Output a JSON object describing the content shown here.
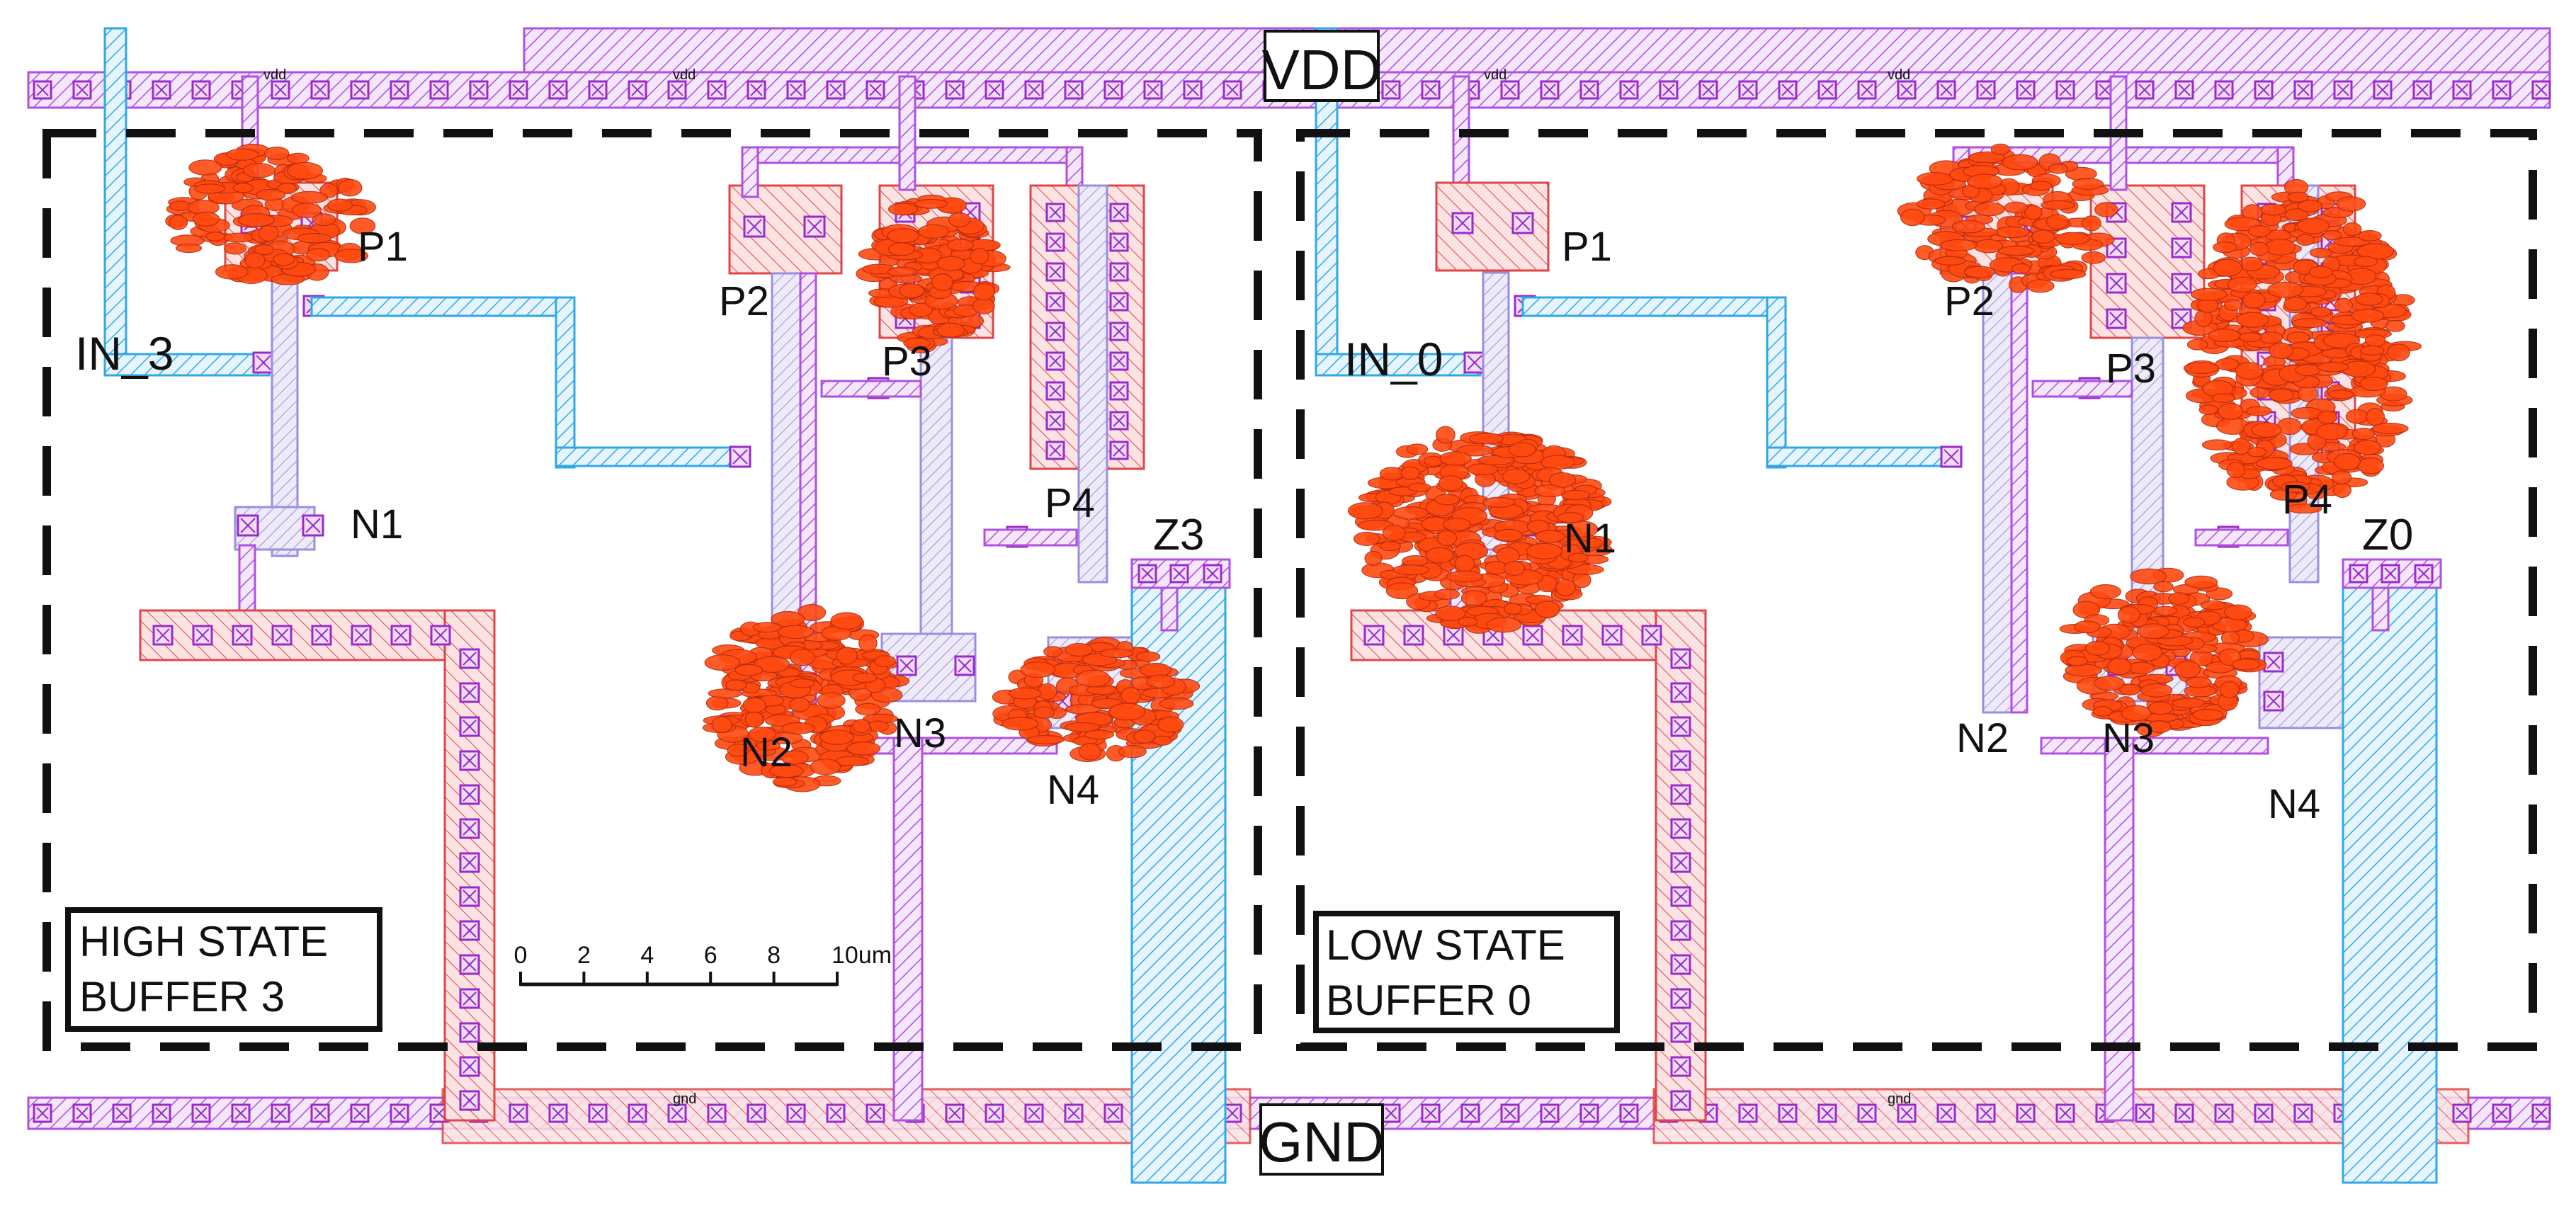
{
  "rails": {
    "vdd_label": "VDD",
    "gnd_label": "GND",
    "pin_label_vdd": "vdd",
    "pin_label_gnd": "gnd"
  },
  "buffers": [
    {
      "name": "HIGH STATE BUFFER 3",
      "title_line1": "HIGH STATE",
      "title_line2": "BUFFER 3",
      "input_label": "IN_3",
      "output_label": "Z3",
      "transistors": {
        "P1": "P1",
        "P2": "P2",
        "P3": "P3",
        "P4": "P4",
        "N1": "N1",
        "N2": "N2",
        "N3": "N3",
        "N4": "N4"
      }
    },
    {
      "name": "LOW STATE BUFFER 0",
      "title_line1": "LOW STATE",
      "title_line2": "BUFFER 0",
      "input_label": "IN_0",
      "output_label": "Z0",
      "transistors": {
        "P1": "P1",
        "P2": "P2",
        "P3": "P3",
        "P4": "P4",
        "N1": "N1",
        "N2": "N2",
        "N3": "N3",
        "N4": "N4"
      }
    }
  ],
  "scale_bar": {
    "ticks": [
      "0",
      "2",
      "4",
      "6",
      "8",
      "10um"
    ]
  },
  "colors": {
    "metal1": "#a040d0",
    "metal2": "#2aa0e0",
    "poly_diff": "#e03030",
    "hotspot": "#ff4500",
    "hotspot_edge": "#c02010",
    "boundary": "#111111"
  }
}
